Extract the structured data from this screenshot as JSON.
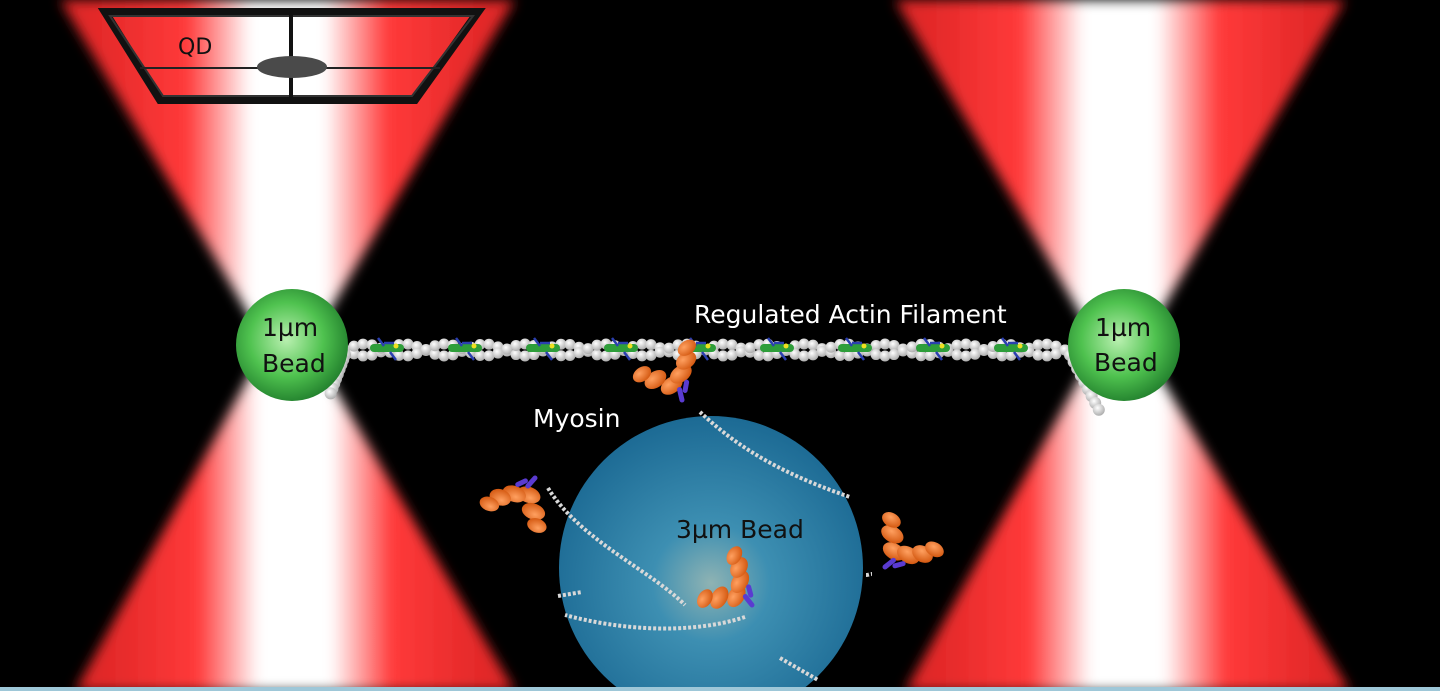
{
  "labels": {
    "qd": "QD",
    "left_bead_line1": "1µm",
    "left_bead_line2": "Bead",
    "right_bead_line1": "1µm",
    "right_bead_line2": "Bead",
    "filament": "Regulated Actin Filament",
    "myosin": "Myosin",
    "big_bead": "3µm Bead"
  },
  "colors": {
    "background": "#000000",
    "laser_red": "#ff2a2a",
    "laser_core": "#ffffff",
    "small_bead": "#5ecf5e",
    "big_bead": "#2f7fa6",
    "myosin_head": "#f07020",
    "myosin_neck": "#5a3bd0",
    "actin_bead": "#e8e8e8",
    "tropomyosin": "#2e9e3a",
    "bottom_edge": "#9ec7d8"
  },
  "icons": {
    "qd_inset": "quantum-dot-inset-icon",
    "myosin": "myosin-molecule-icon"
  }
}
